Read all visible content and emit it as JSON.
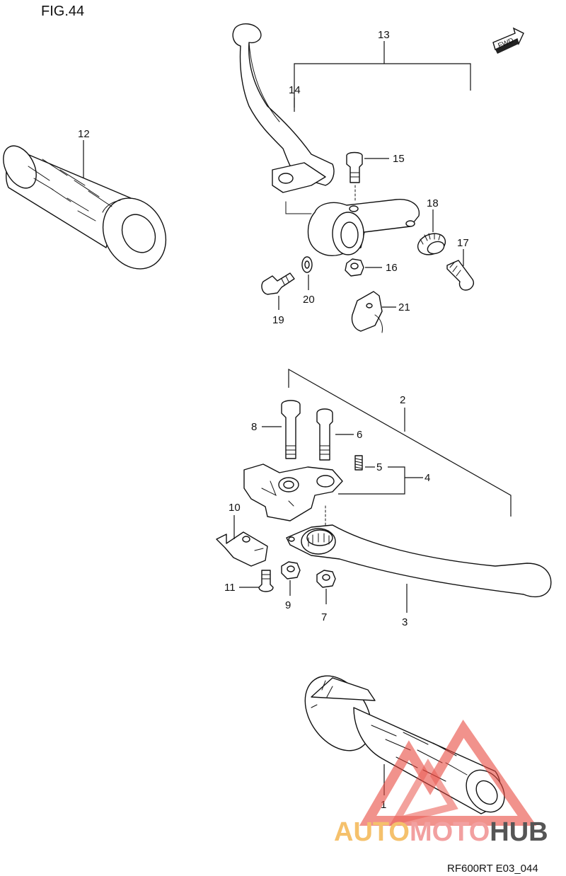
{
  "figure": {
    "title": "FIG.44",
    "reference": "RF600RT E03_044"
  },
  "fwd_arrow": {
    "label": "FWD"
  },
  "watermark": {
    "parts": [
      {
        "text": "AUTO",
        "color": "#f5c16c"
      },
      {
        "text": "MOTO",
        "color": "#f2a0a0"
      },
      {
        "text": "HUB",
        "color": "#555555"
      }
    ],
    "triangle_color": "#e8483f"
  },
  "callouts": {
    "c1": "1",
    "c2": "2",
    "c3": "3",
    "c4": "4",
    "c5": "5",
    "c6": "6",
    "c7": "7",
    "c8": "8",
    "c9": "9",
    "c10": "10",
    "c11": "11",
    "c12": "12",
    "c13": "13",
    "c14": "14",
    "c15": "15",
    "c16": "16",
    "c17": "17",
    "c18": "18",
    "c19": "19",
    "c20": "20",
    "c21": "21"
  }
}
